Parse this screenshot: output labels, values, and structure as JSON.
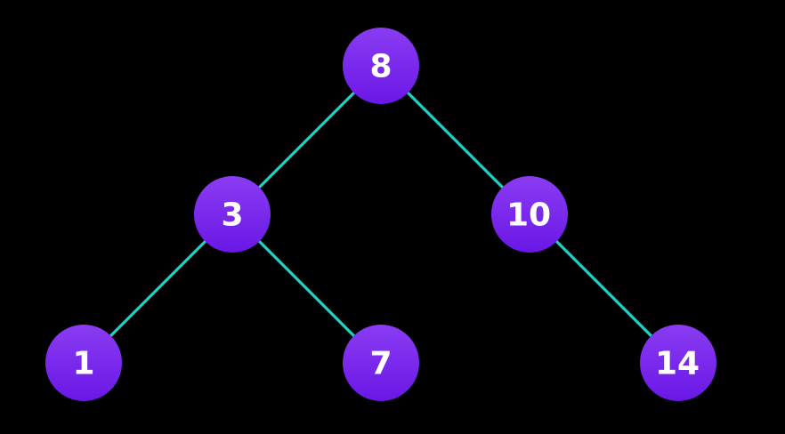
{
  "diagram": {
    "type": "binary-search-tree",
    "colors": {
      "background": "#000000",
      "node_fill_top": "#8a3cf2",
      "node_fill_bottom": "#6a17e6",
      "edge": "#1fd1c4",
      "label": "#ffffff"
    },
    "nodes": [
      {
        "id": "n8",
        "label": "8"
      },
      {
        "id": "n3",
        "label": "3"
      },
      {
        "id": "n10",
        "label": "10"
      },
      {
        "id": "n1",
        "label": "1"
      },
      {
        "id": "n7",
        "label": "7"
      },
      {
        "id": "n14",
        "label": "14"
      }
    ],
    "edges": [
      {
        "from": "n8",
        "to": "n3"
      },
      {
        "from": "n8",
        "to": "n10"
      },
      {
        "from": "n3",
        "to": "n1"
      },
      {
        "from": "n3",
        "to": "n7"
      },
      {
        "from": "n10",
        "to": "n14"
      }
    ]
  }
}
